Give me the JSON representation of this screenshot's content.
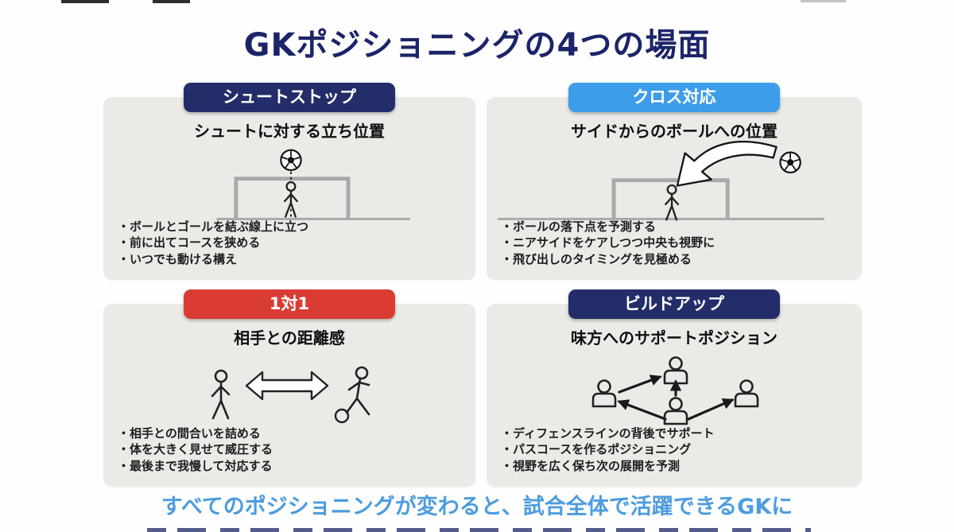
{
  "page": {
    "title": "GKポジショニングの4つの場面",
    "footer": "すべてのポジショニングが変わると、試合全体で活躍できるGKに",
    "colors": {
      "title_navy": "#1c2468",
      "badge_navy": "#232d69",
      "badge_light_blue": "#3e9de9",
      "badge_red": "#da3c34",
      "panel_bg": "#ebeae7",
      "footer_blue": "#4d9cdf",
      "goal_gray": "#a9a9a9",
      "figure_ink": "#222222"
    }
  },
  "panels": [
    {
      "id": "shot-stop",
      "badge": "シュートストップ",
      "badge_color": "#232d69",
      "subtitle": "シュートに対する立ち位置",
      "illustration": "gk-on-line-between-ball-and-goal",
      "icons": [
        "soccer-ball-icon",
        "dashed-sightline",
        "goal-icon",
        "gk-figure-icon",
        "ground-line"
      ],
      "bullets": [
        "・ボールとゴールを結ぶ線上に立つ",
        "・前に出てコースを狭める",
        "・いつでも動ける構え"
      ]
    },
    {
      "id": "cross",
      "badge": "クロス対応",
      "badge_color": "#3e9de9",
      "subtitle": "サイドからのボールへの位置",
      "illustration": "cross-ball-curving-into-goal-area",
      "icons": [
        "goal-icon",
        "gk-figure-icon",
        "curved-cross-arrow-icon",
        "soccer-ball-icon",
        "ground-line"
      ],
      "bullets": [
        "・ボールの落下点を予測する",
        "・ニアサイドをケアしつつ中央も視野に",
        "・飛び出しのタイミングを見極める"
      ]
    },
    {
      "id": "one-on-one",
      "badge": "1対1",
      "badge_color": "#da3c34",
      "subtitle": "相手との距離感",
      "illustration": "gk-facing-dribbler-distance-arrow",
      "icons": [
        "gk-walking-figure-icon",
        "distance-double-arrow-icon",
        "dribbler-figure-icon",
        "ball-at-feet-icon"
      ],
      "bullets": [
        "・相手との間合いを詰める",
        "・体を大きく見せて威圧する",
        "・最後まで我慢して対応する"
      ]
    },
    {
      "id": "build-up",
      "badge": "ビルドアップ",
      "badge_color": "#232d69",
      "subtitle": "味方へのサポートポジション",
      "illustration": "gk-passing-options-network",
      "icons": [
        "player-bust-icon",
        "pass-arrow-icon"
      ],
      "bullets": [
        "・ディフェンスラインの背後でサポート",
        "・パスコースを作るポジショニング",
        "・視野を広く保ち次の展開を予測"
      ]
    }
  ]
}
